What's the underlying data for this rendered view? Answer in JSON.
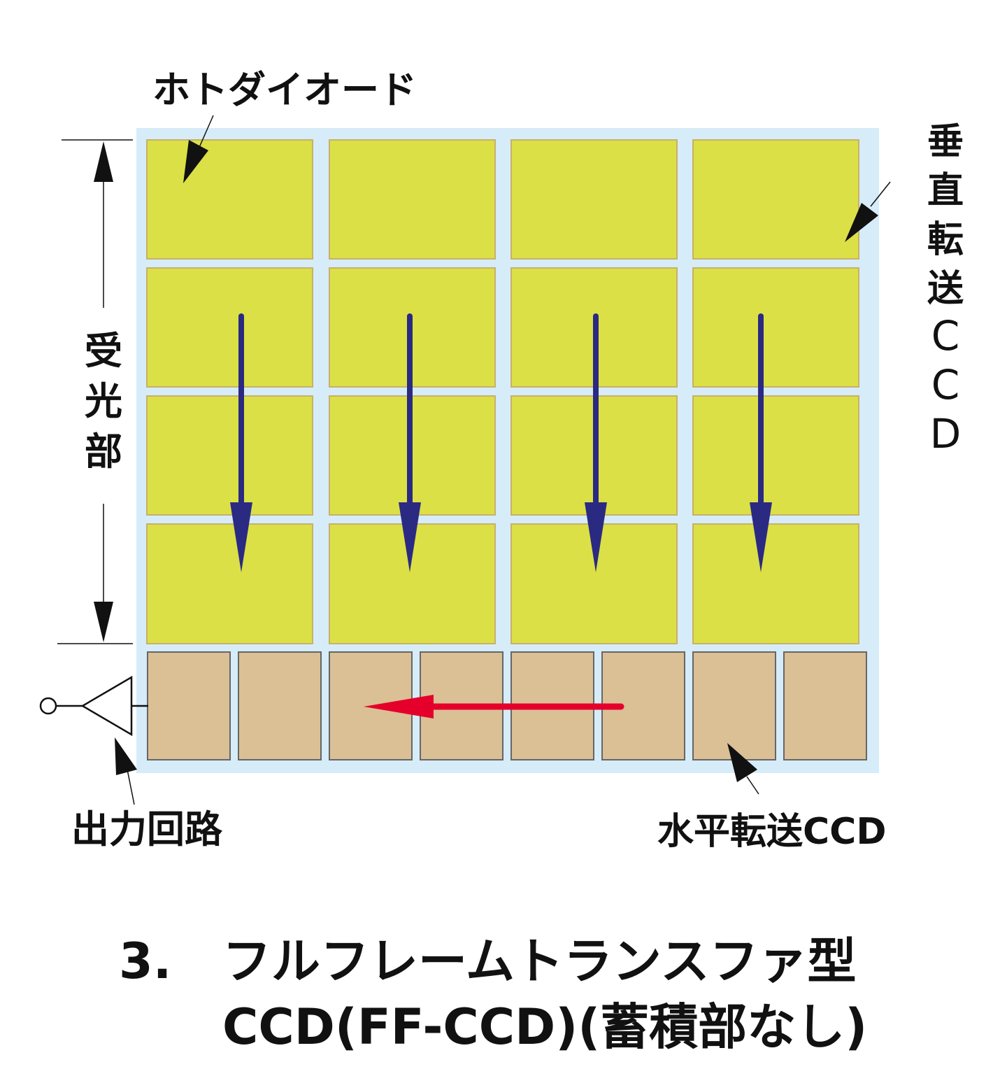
{
  "labels": {
    "photodiode": "ホトダイオード",
    "light_receiving": [
      "受",
      "光",
      "部"
    ],
    "vertical_ccd": [
      "垂",
      "直",
      "転",
      "送",
      "C",
      "C",
      "D"
    ],
    "output_circuit": "出力回路",
    "horizontal_ccd": "水平転送CCD"
  },
  "caption": {
    "number": "3.",
    "line1": "フルフレームトランスファ型",
    "line2": "CCD(FF-CCD)(蓄積部なし)"
  },
  "colors": {
    "chip_background": "#d6ecf8",
    "photodiode_fill": "#dbe046",
    "photodiode_stroke": "#c9b06a",
    "hccd_fill": "#dbbf95",
    "hccd_stroke": "#666666",
    "vertical_arrow": "#2b2a82",
    "horizontal_arrow": "#e4002b",
    "ink": "#111111"
  },
  "grid": {
    "rows": 4,
    "columns": 4,
    "hccd_cells": 8
  }
}
